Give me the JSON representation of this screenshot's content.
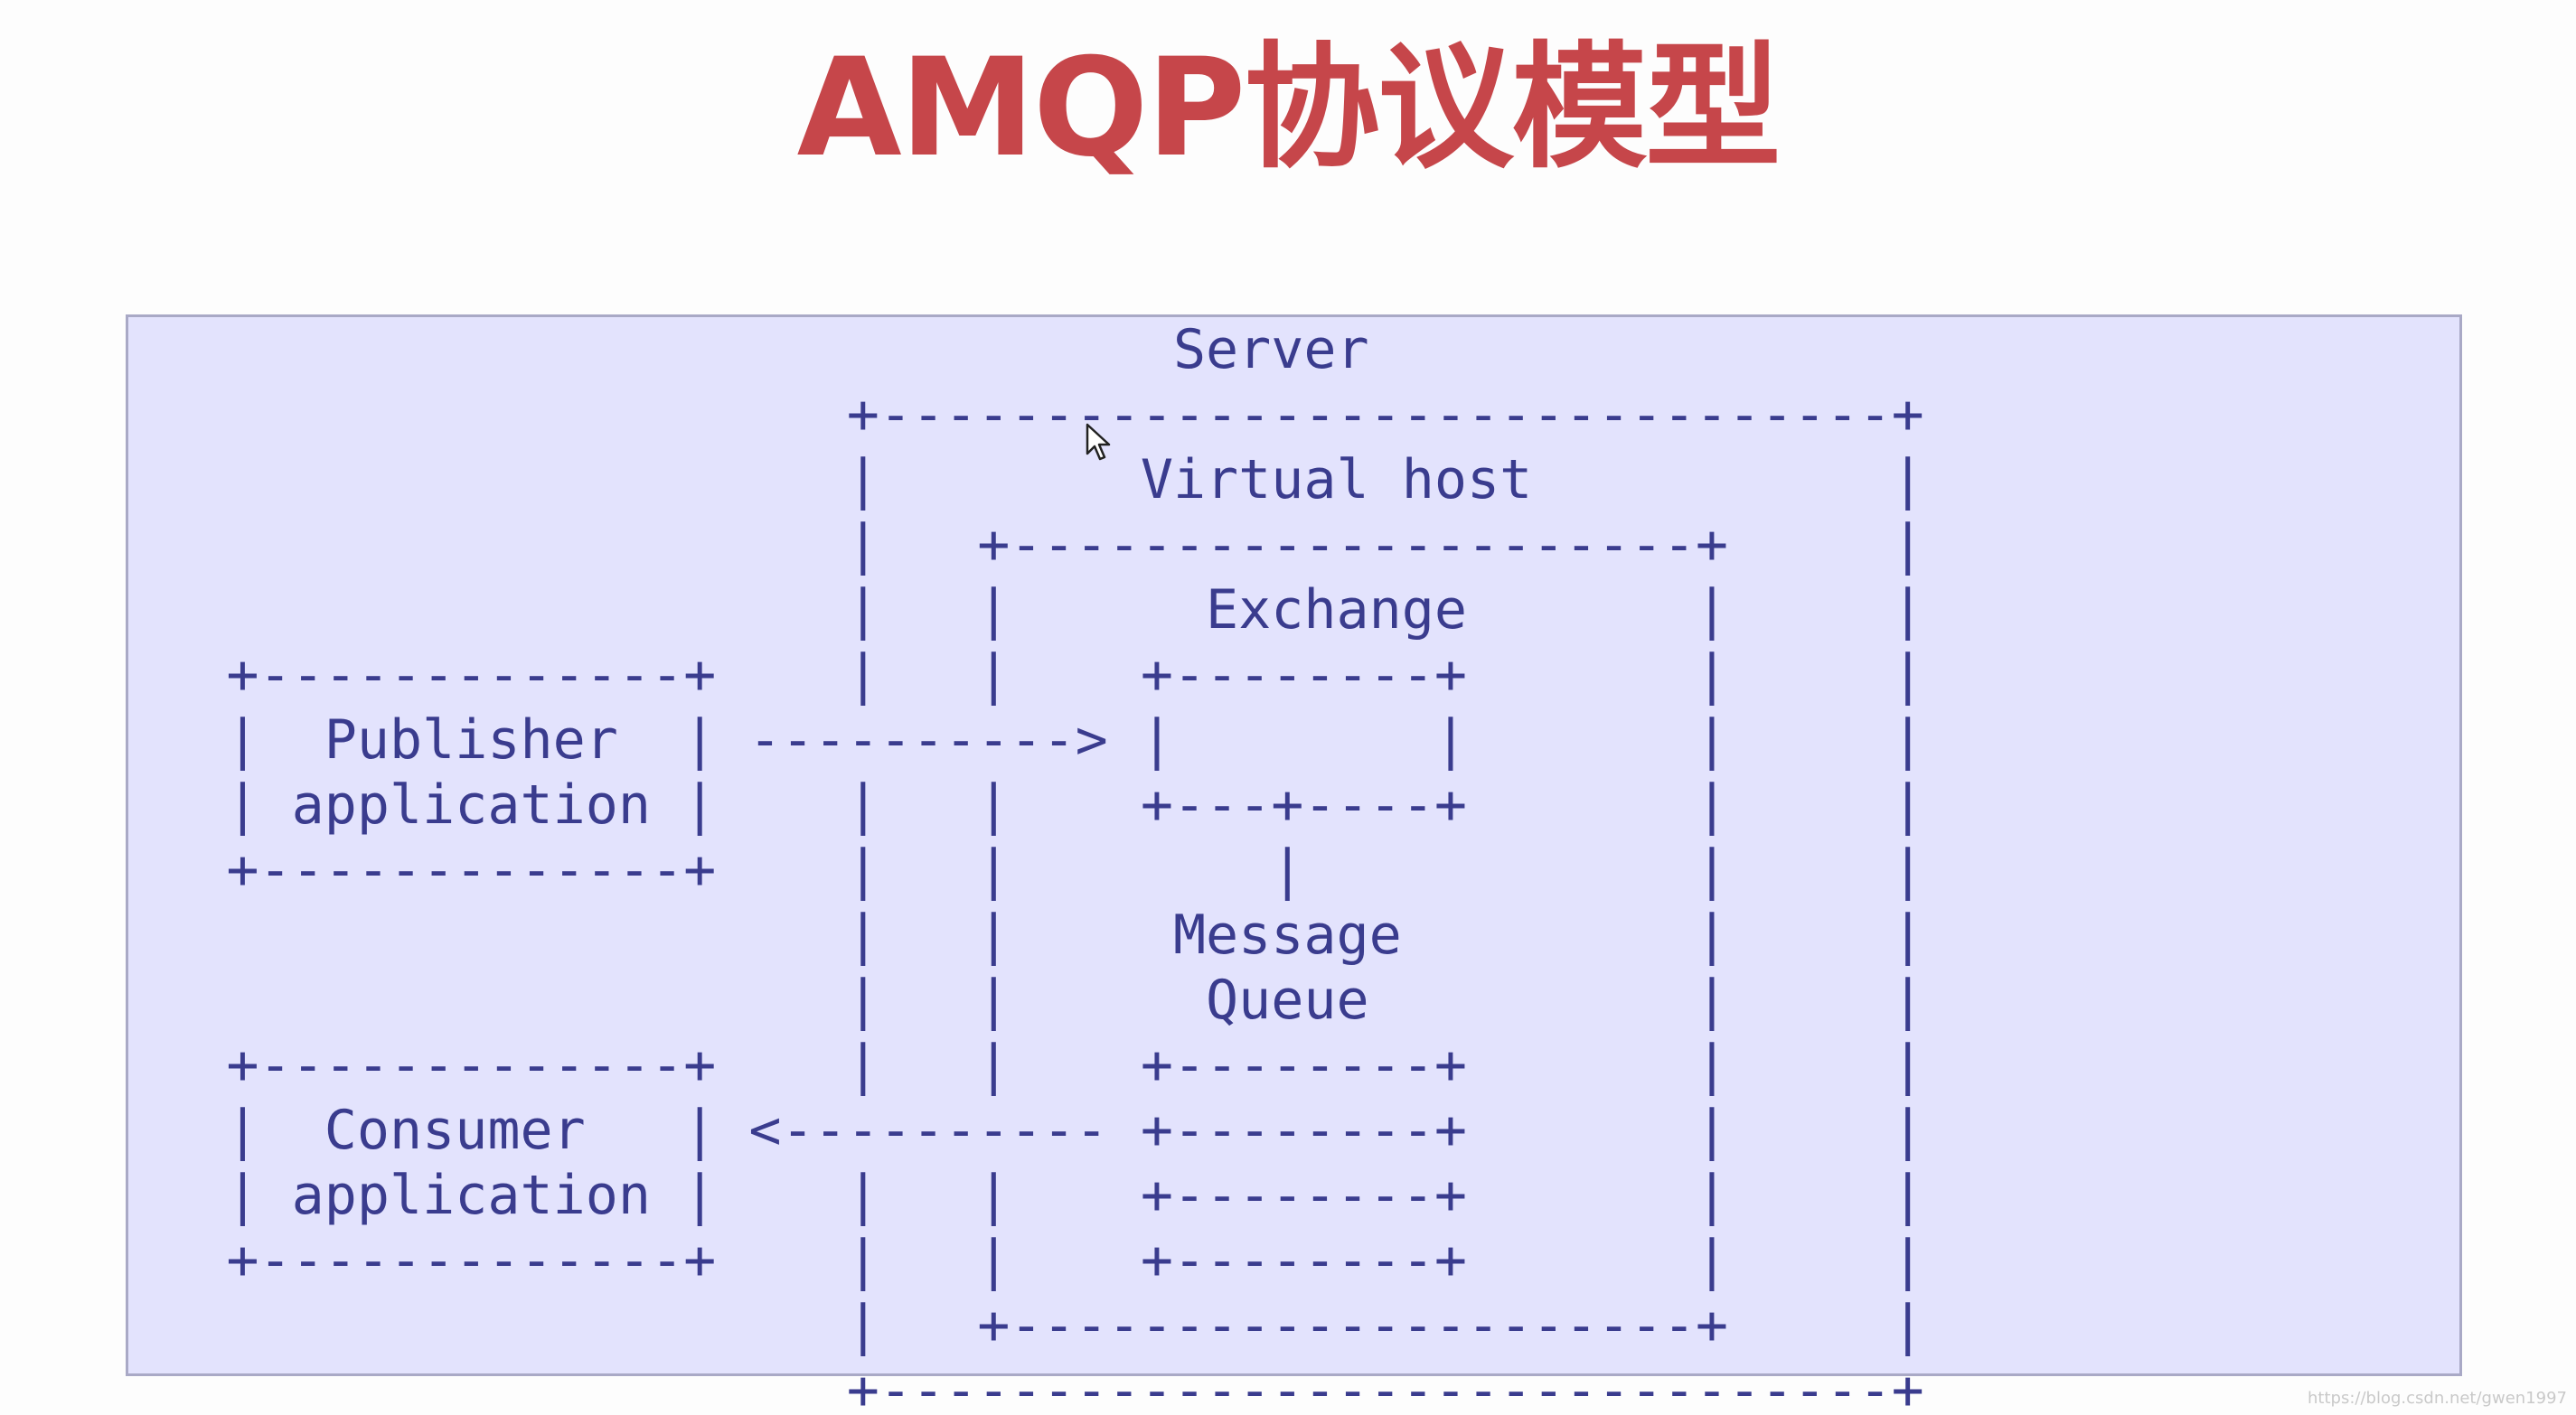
{
  "slide": {
    "title": "AMQP协议模型",
    "watermark": "https://blog.csdn.net/gwen1997"
  },
  "colors": {
    "title": "#c6464a",
    "panel_background": "#e3e3fd",
    "diagram_text": "#3a3c8e"
  },
  "diagram": {
    "lines": [
      "                                Server",
      "                      +-------------------------------+",
      "                      |        Virtual host           |",
      "                      |   +---------------------+     |",
      "                      |   |      Exchange       |     |",
      "   +-------------+    |   |    +--------+       |     |",
      "   |  Publisher  | ----------> |        |       |     |",
      "   | application |    |   |    +---+----+       |     |",
      "   +-------------+    |   |        |            |     |",
      "                      |   |     Message         |     |",
      "                      |   |      Queue          |     |",
      "   +-------------+    |   |    +--------+       |     |",
      "   |  Consumer   | <---------- +--------+       |     |",
      "   | application |    |   |    +--------+       |     |",
      "   +-------------+    |   |    +--------+       |     |",
      "                      |   +---------------------+     |",
      "                      +-------------------------------+"
    ]
  }
}
